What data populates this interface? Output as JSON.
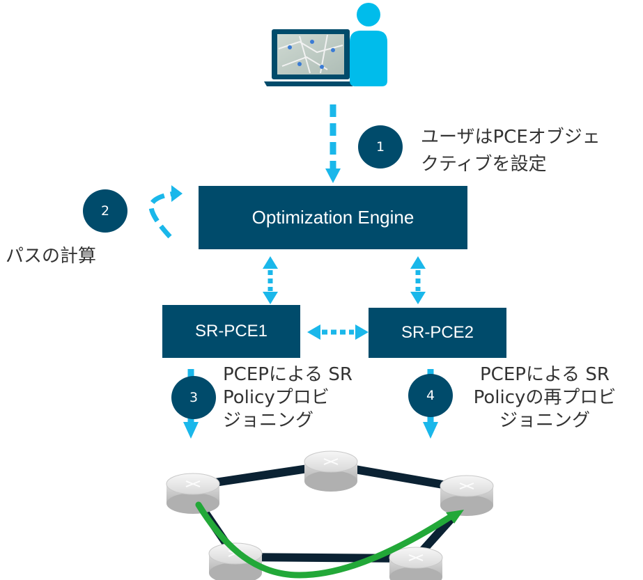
{
  "boxes": {
    "engine": "Optimization Engine",
    "pce1": "SR-PCE1",
    "pce2": "SR-PCE2"
  },
  "steps": [
    {
      "number": "1",
      "lines": [
        "ユーザはPCEオブジェ",
        "クティブを設定"
      ]
    },
    {
      "number": "2",
      "lines": [
        "パスの計算"
      ]
    },
    {
      "number": "3",
      "lines": [
        "PCEPによる SR",
        "Policyプロビ",
        "ジョニング"
      ]
    },
    {
      "number": "4",
      "lines": [
        "PCEPによる SR",
        "Policyの再プロビ",
        "ジョニング"
      ]
    }
  ],
  "colors": {
    "box": "#004b6b",
    "arrow": "#1ab7ea",
    "user": "#00bceb",
    "link": "#0b2233",
    "path": "#22a838"
  },
  "icons": {
    "user": "person-icon",
    "laptop": "laptop-map-icon",
    "router": "router-icon"
  }
}
